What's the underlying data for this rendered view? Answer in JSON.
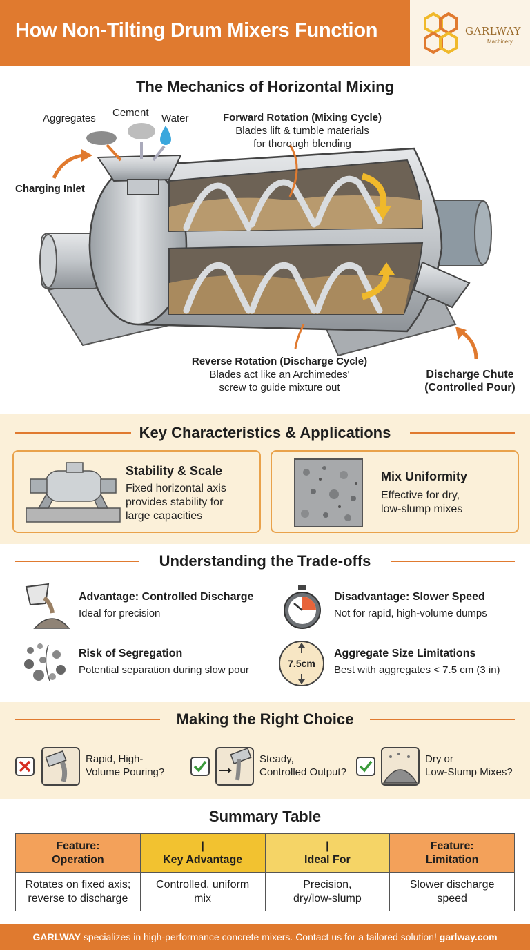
{
  "header": {
    "title": "How Non-Tilting Drum Mixers Function",
    "logo_name": "GARLWAY",
    "logo_sub": "Machinery",
    "accent_color": "#e07a2f"
  },
  "mechanics": {
    "title": "The Mechanics of Horizontal Mixing",
    "labels": {
      "aggregates": "Aggregates",
      "cement": "Cement",
      "water": "Water",
      "charging_inlet": "Charging Inlet",
      "forward_title": "Forward Rotation (Mixing Cycle)",
      "forward_line1": "Blades lift & tumble materials",
      "forward_line2": "for thorough blending",
      "reverse_title": "Reverse Rotation (Discharge Cycle)",
      "reverse_line1": "Blades act like an Archimedes'",
      "reverse_line2": "screw to guide mixture out",
      "chute_line1": "Discharge Chute",
      "chute_line2": "(Controlled Pour)"
    }
  },
  "characteristics": {
    "title": "Key Characteristics & Applications",
    "cards": [
      {
        "title": "Stability & Scale",
        "line1": "Fixed horizontal axis",
        "line2": "provides stability for",
        "line3": "large capacities",
        "icon": "mixer-icon"
      },
      {
        "title": "Mix Uniformity",
        "line1": "Effective for dry,",
        "line2": "low-slump mixes",
        "icon": "concrete-texture-icon"
      }
    ]
  },
  "tradeoffs": {
    "title": "Understanding the Trade-offs",
    "items": [
      {
        "title": "Advantage: Controlled Discharge",
        "text": "Ideal for precision",
        "icon": "pour-bucket-icon"
      },
      {
        "title": "Disadvantage: Slower Speed",
        "text": "Not for rapid, high-volume dumps",
        "icon": "stopwatch-icon"
      },
      {
        "title": "Risk of Segregation",
        "text": "Potential separation during slow pour",
        "icon": "segregation-stones-icon"
      },
      {
        "title": "Aggregate Size Limitations",
        "text": "Best with aggregates < 7.5 cm (3 in)",
        "icon": "size-gauge-icon",
        "icon_text": "7.5cm"
      }
    ]
  },
  "choice": {
    "title": "Making the Right Choice",
    "items": [
      {
        "mark": "cross",
        "line1": "Rapid, High-",
        "line2": "Volume Pouring?"
      },
      {
        "mark": "check",
        "line1": "Steady,",
        "line2": "Controlled Output?"
      },
      {
        "mark": "check",
        "line1": "Dry or",
        "line2": "Low-Slump Mixes?"
      }
    ]
  },
  "summary": {
    "title": "Summary Table",
    "headers": [
      {
        "line1": "Feature:",
        "line2": "Operation",
        "color": "#f3a15a"
      },
      {
        "line1": "|",
        "line2": "Key Advantage",
        "color": "#f2c230"
      },
      {
        "line1": "|",
        "line2": "Ideal For",
        "color": "#f5d466"
      },
      {
        "line1": "Feature:",
        "line2": "Limitation",
        "color": "#f3a15a"
      }
    ],
    "row": [
      {
        "line1": "Rotates on fixed axis;",
        "line2": "reverse to discharge"
      },
      {
        "line1": "Controlled, uniform",
        "line2": "mix"
      },
      {
        "line1": "Precision,",
        "line2": "dry/low-slump"
      },
      {
        "line1": "Slower discharge",
        "line2": "speed"
      }
    ]
  },
  "footer": {
    "brand": "GARLWAY",
    "text": " specializes in high-performance concrete mixers. Contact us for a tailored solution! ",
    "link": "garlway.com"
  }
}
